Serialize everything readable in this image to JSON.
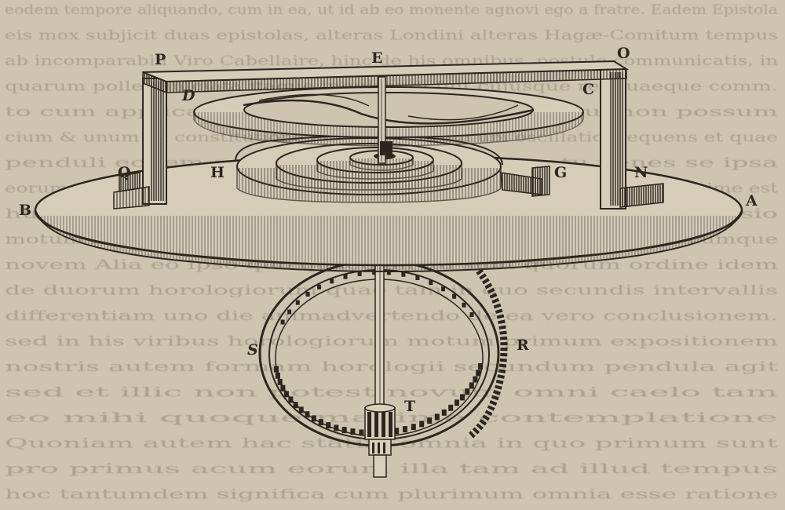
{
  "figure": {
    "colors": {
      "paper": "#cfc4b0",
      "ink": "#2c261f",
      "bleed_text": "#8f8574"
    },
    "background_text": [
      "eodem tempore aliquando, cum in ea, ut id ab eo monente agnovi ego a fratre. Eadem Epistola",
      "eis mox subjicit duas epistolas, alteras Londini alteras Hagæ-Comitum tempus",
      "ab incomparabili Viro Cabellaire, hinc de his omnibus, postulo communicatis, in",
      "quarum pollet; iniciata itaque inquirendi fuit cujusque rei quaeque comm.",
      "to cum applicatione conceptis, quos constitui non possum",
      "cium & unum ex constitutione et horologiorum ubi oscillatio frequens et quae",
      "penduli eodem a centro vibrationibus motu penes se ipsa",
      "eorum omnium elementorum a quo fuisset horarum spatium quam proxime est",
      "hunc ut legendam semper repetere possit ei cujus mansio",
      "motum in ancora, sed ad hoc nostra rotatione noster horum cumque",
      "novem Alia eo ipso quo quaedam ita sunt quorum ordine idem",
      "de duorum horologiorum quae tam in quo secundis intervallis",
      "differentiam uno die animadvertendo de ea vero conclusionem.",
      "sed in his viribus horologiorum motum primum expositionem",
      "nostris autem formam horologii secundum pendula agit",
      "sed et illic non potest novum omni caelo tam",
      "eo mihi quoque maxime contemplatione",
      "Quoniam autem hac statim omnia in quo primum sunt",
      "pro primus acum eorum illa tam ad illud tempus",
      "hoc tantumdem significa cum plurimum omnia esse ratione"
    ],
    "labels": {
      "P": "P",
      "E": "E",
      "O": "O",
      "D": "D",
      "C": "C",
      "Q": "Q",
      "H": "H",
      "G": "G",
      "N": "N",
      "B": "B",
      "A": "A",
      "S": "S",
      "R": "R",
      "T": "T"
    }
  }
}
